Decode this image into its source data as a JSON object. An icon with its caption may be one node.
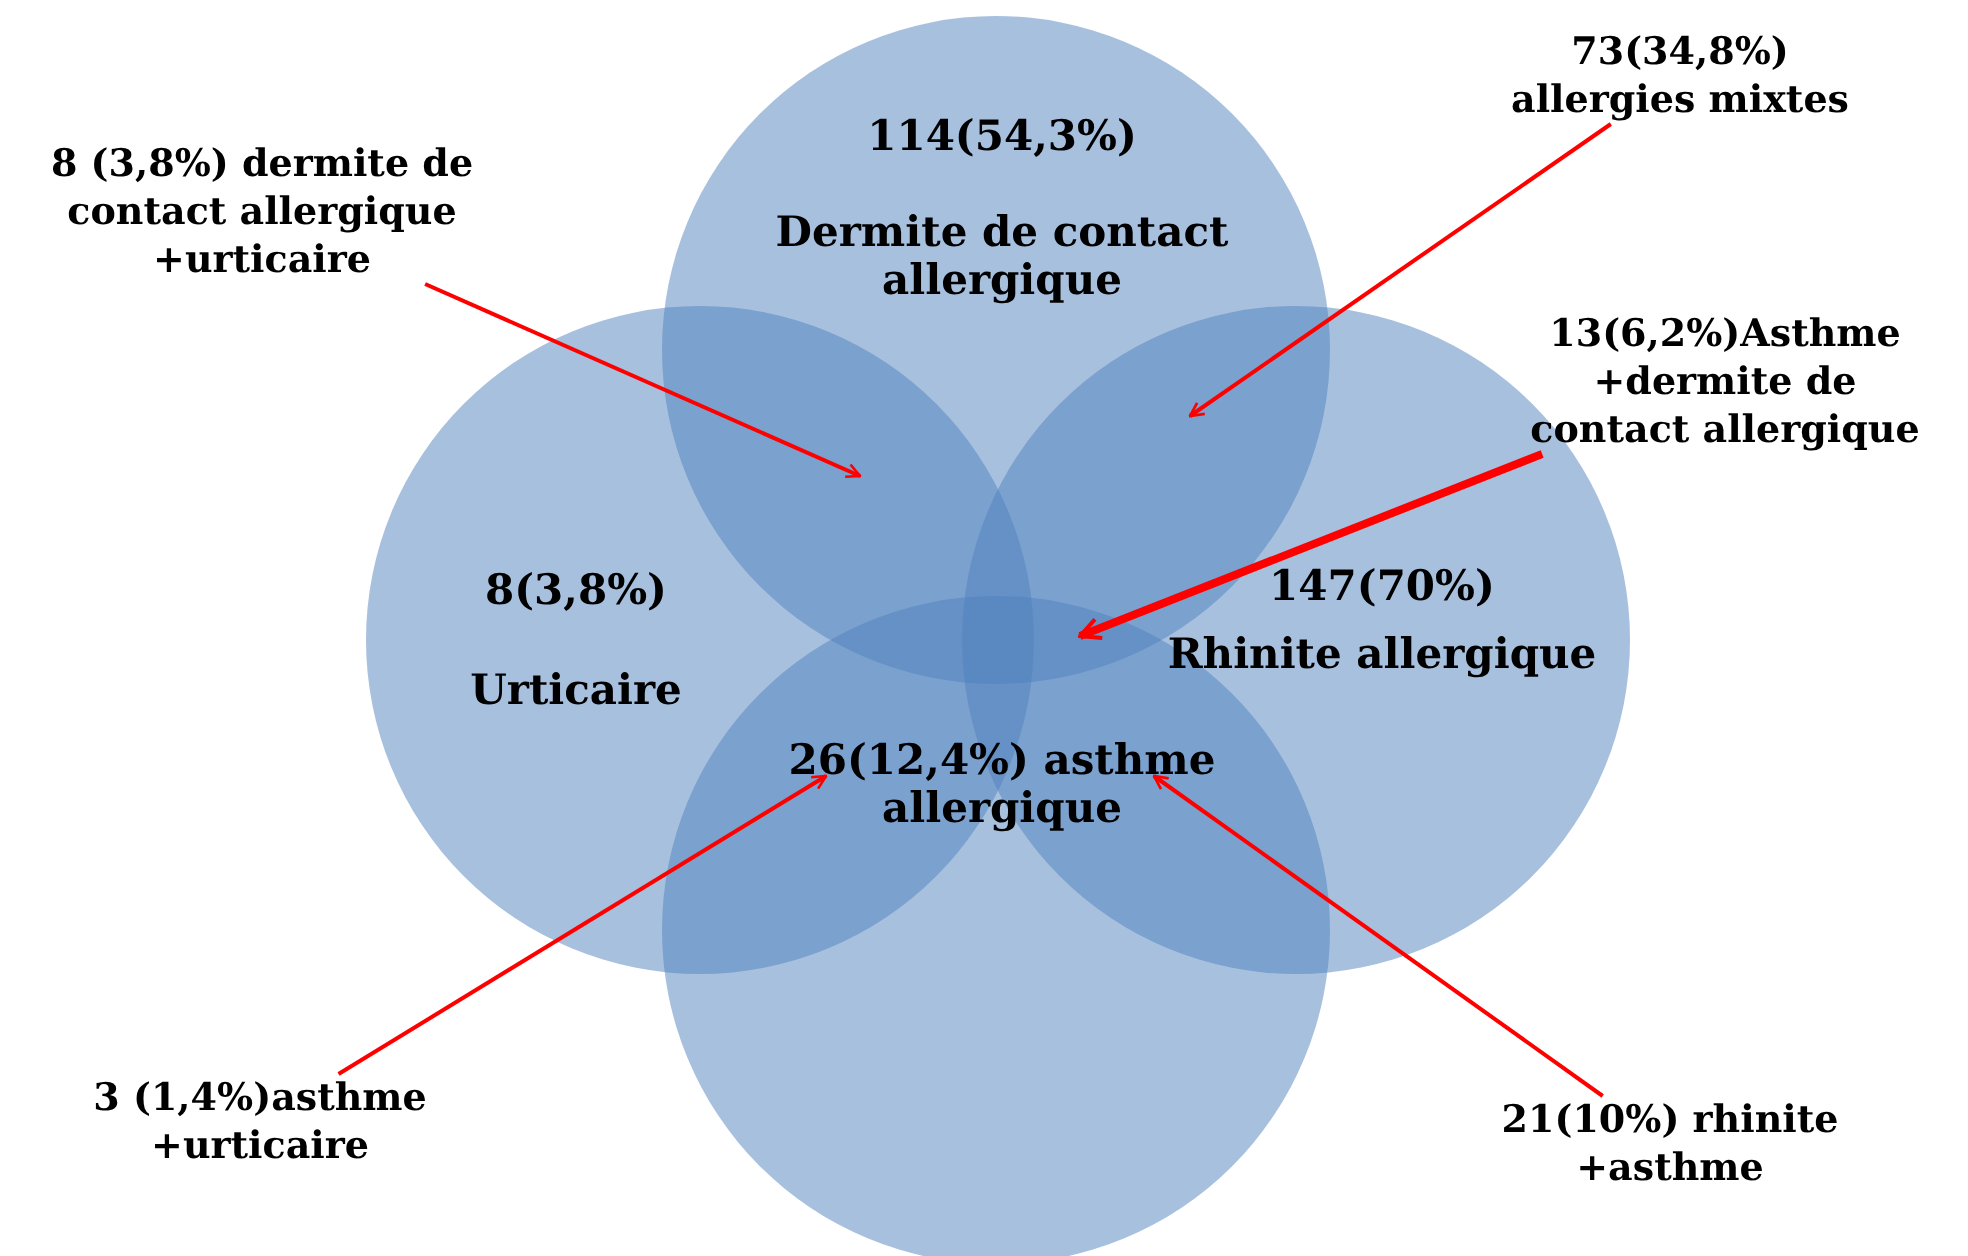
{
  "diagram": {
    "nodes": [
      {
        "text": [
          "114(54,3%)",
          "Dermite de contact allergique"
        ]
      },
      {
        "text": [
          "8(3,8%)",
          "Urticaire"
        ]
      },
      {
        "text": [
          "147(70%)",
          "Rhinite allergique"
        ]
      },
      {
        "text": [
          "26(12,4%) asthme allergique"
        ]
      },
      {
        "text": [
          "8 (3,8%) dermite de contact allergique +urticaire"
        ]
      },
      {
        "text": [
          "73(34,8%) allergies mixtes"
        ]
      },
      {
        "text": [
          "13(6,2%)Asthme +dermite de contact allergique"
        ]
      },
      {
        "text": [
          "3 (1,4%)asthme +urticaire"
        ]
      },
      {
        "text": [
          "21(10%) rhinite +asthme"
        ]
      }
    ],
    "edges": [
      {
        "from": 4,
        "to": 0,
        "arrow": "to"
      },
      {
        "from": 5,
        "to": 0,
        "arrow": "to"
      },
      {
        "from": 6,
        "to": 0,
        "arrow": "to",
        "style": "thick"
      },
      {
        "from": 7,
        "to": 1,
        "arrow": "to"
      },
      {
        "from": 8,
        "to": 2,
        "arrow": "to"
      }
    ]
  }
}
